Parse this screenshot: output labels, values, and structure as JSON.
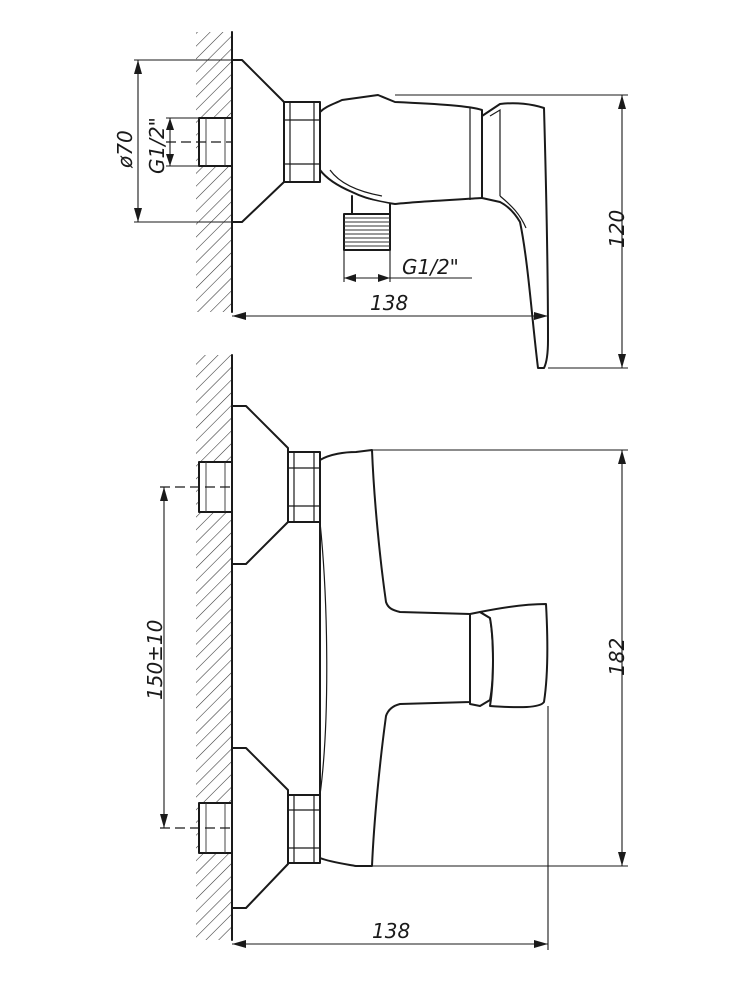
{
  "labels": {
    "top_diameter": "ø70",
    "top_inlet_thread": "G1/2\"",
    "top_outlet_thread": "G1/2\"",
    "top_depth": "138",
    "top_height": "120",
    "front_spacing": "150±10",
    "front_height": "182",
    "front_depth": "138"
  },
  "colors": {
    "line": "#1a1a1a",
    "background": "#ffffff"
  }
}
